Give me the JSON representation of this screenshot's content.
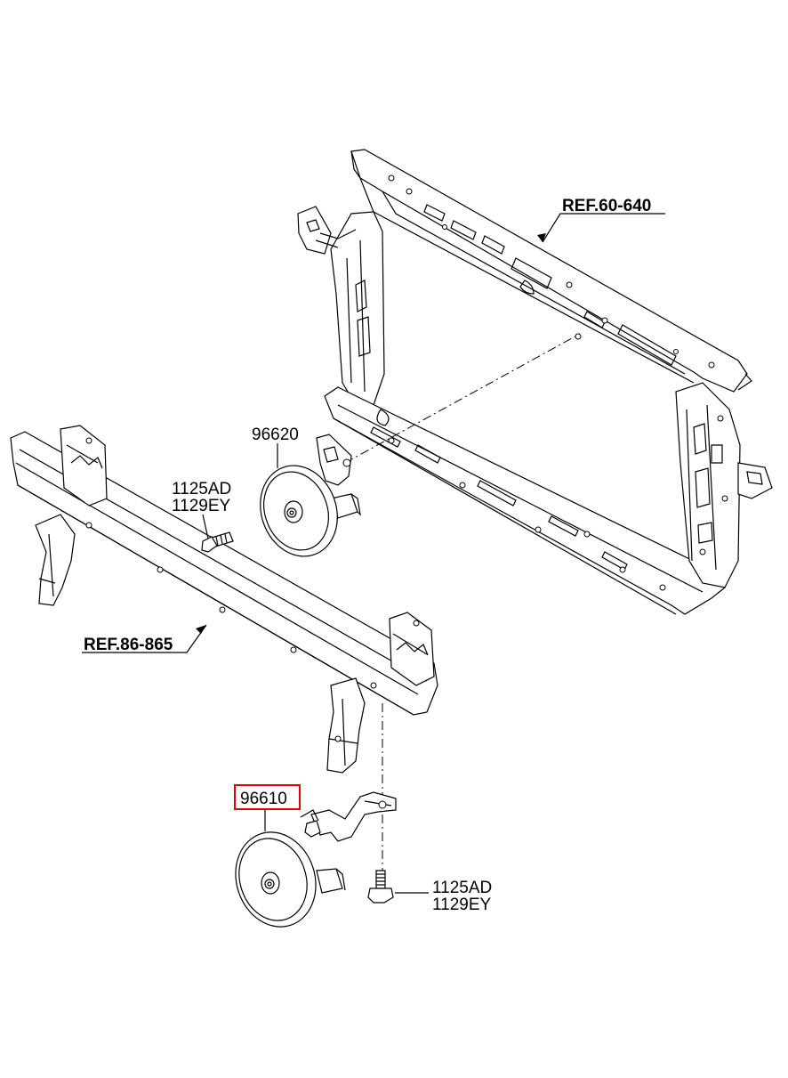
{
  "labels": {
    "ref_upper": "REF.60-640",
    "ref_beam": "REF.86-865",
    "horn_upper_part": "96620",
    "horn_lower_part": "96610",
    "bolt_upper_line1": "1125AD",
    "bolt_upper_line2": "1129EY",
    "bolt_lower_line1": "1125AD",
    "bolt_lower_line2": "1129EY"
  },
  "colors": {
    "highlight_box": "#e00000",
    "line": "#000000",
    "background": "#ffffff"
  }
}
